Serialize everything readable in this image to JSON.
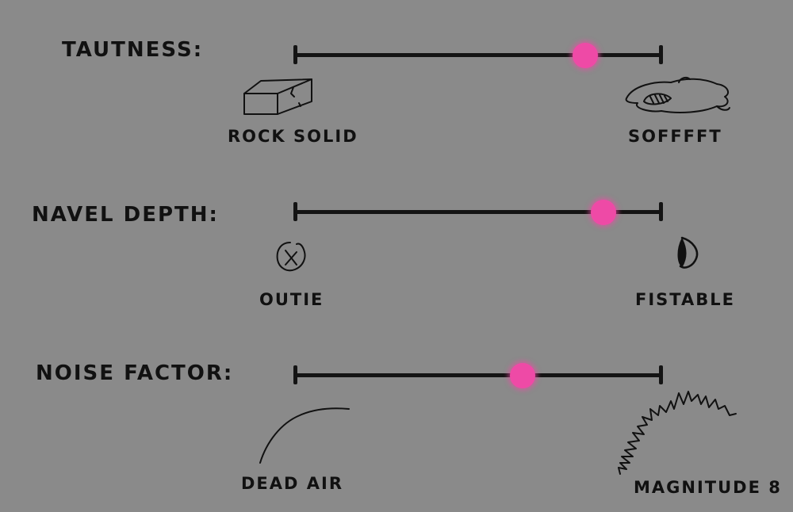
{
  "sliders": [
    {
      "label": "TAUTNESS:",
      "value": 0.79,
      "min_label": "ROCK SOLID",
      "max_label": "SOFFFFT",
      "min_icon": "brick-icon",
      "max_icon": "pillow-icon"
    },
    {
      "label": "NAVEL DEPTH:",
      "value": 0.84,
      "min_label": "OUTIE",
      "max_label": "FISTABLE",
      "min_icon": "outie-navel-icon",
      "max_icon": "deep-navel-icon"
    },
    {
      "label": "NOISE FACTOR:",
      "value": 0.62,
      "min_label": "DEAD AIR",
      "max_label": "MAGNITUDE 8",
      "min_icon": "flat-wave-icon",
      "max_icon": "noisy-wave-icon"
    }
  ],
  "colors": {
    "background": "#8a8a8a",
    "knob": "#ee4aa6",
    "ink": "#141414"
  }
}
